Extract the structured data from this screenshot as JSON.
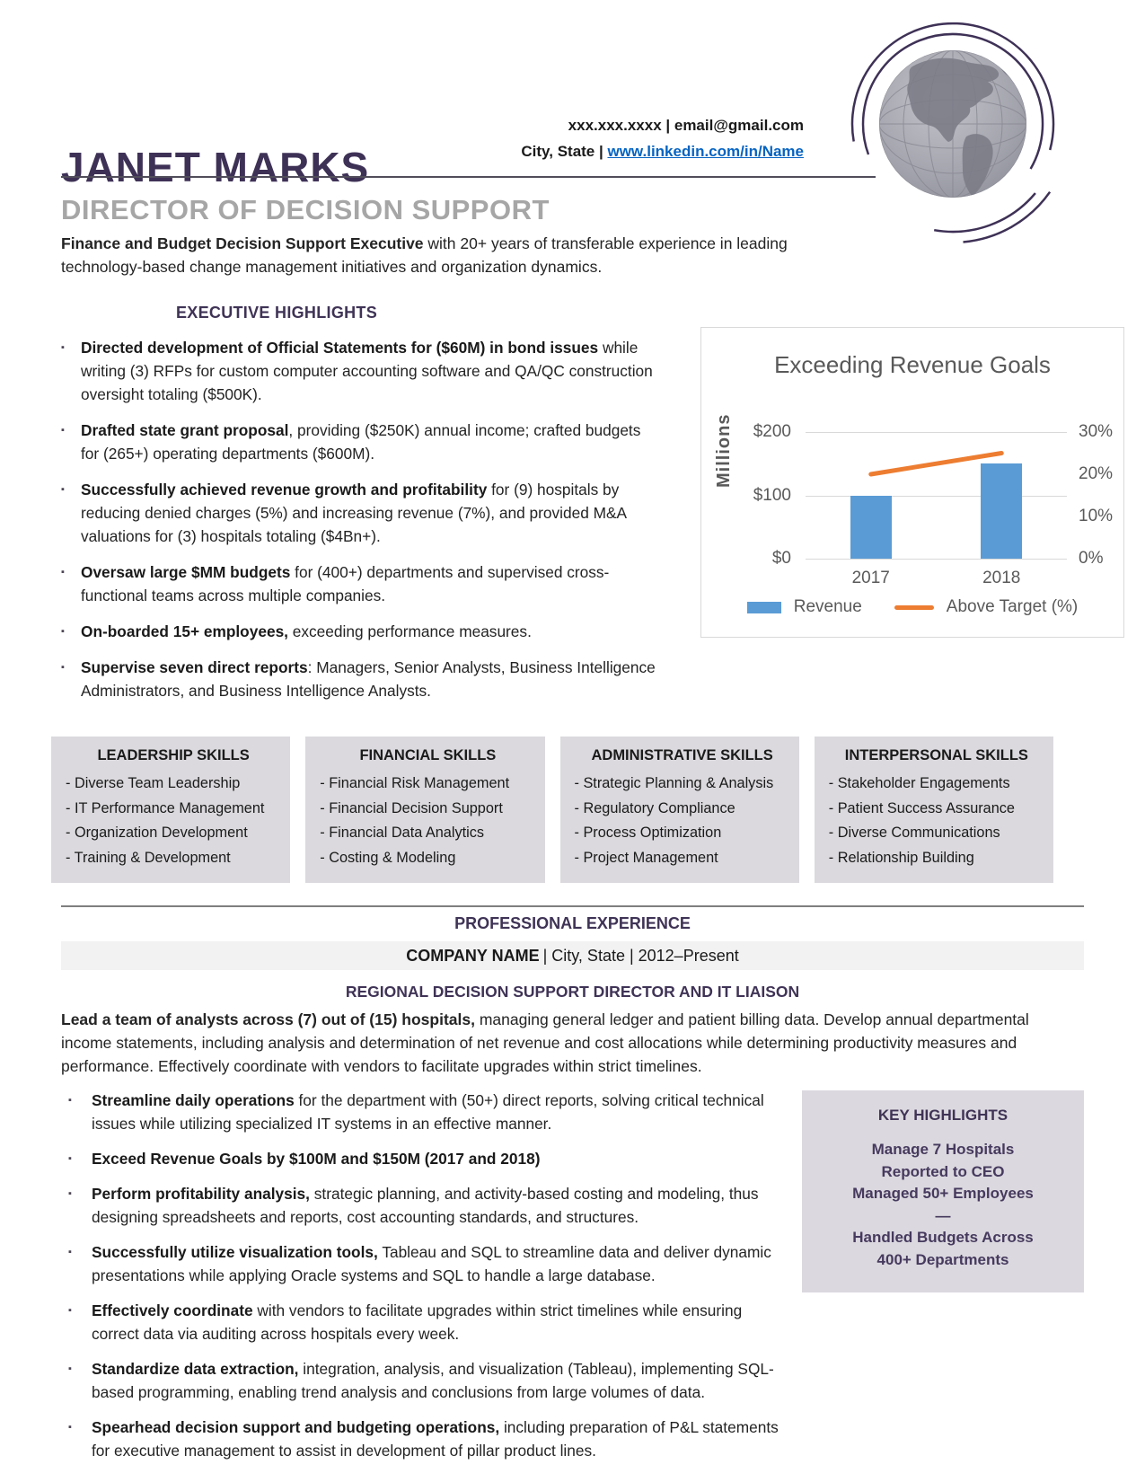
{
  "header": {
    "name": "JANET MARKS",
    "contact_line1": "xxx.xxx.xxxx | email@gmail.com",
    "contact_line2_prefix": "City, State | ",
    "contact_link": "www.linkedin.com/in/Name"
  },
  "profile": {
    "title": "DIRECTOR OF DECISION SUPPORT",
    "summary_lead": "Finance and Budget Decision Support Executive",
    "summary_rest": " with 20+ years of transferable experience in leading technology-based change management initiatives and organization dynamics."
  },
  "executive_highlights": {
    "heading": "EXECUTIVE HIGHLIGHTS",
    "bullets": [
      {
        "lead": "Directed development of Official Statements for ($60M) in bond issues",
        "rest": " while writing (3) RFPs for custom computer accounting software and QA/QC construction oversight totaling ($500K)."
      },
      {
        "lead": "Drafted state grant proposal",
        "rest": ", providing ($250K) annual income; crafted budgets for (265+) operating departments ($600M)."
      },
      {
        "lead": "Successfully achieved revenue growth and profitability",
        "rest": " for (9) hospitals by reducing denied charges (5%) and increasing revenue (7%), and provided M&A valuations for (3) hospitals totaling ($4Bn+)."
      },
      {
        "lead": "Oversaw large $MM budgets",
        "rest": " for (400+) departments and supervised cross-functional teams across multiple companies."
      },
      {
        "lead": "On-boarded 15+ employees,",
        "rest": " exceeding performance measures."
      },
      {
        "lead": "Supervise seven direct reports",
        "rest": ": Managers, Senior Analysts, Business Intelligence Administrators, and Business Intelligence Analysts."
      }
    ]
  },
  "chart_data": {
    "type": "bar+line",
    "title": "Exceeding Revenue Goals",
    "categories": [
      "2017",
      "2018"
    ],
    "series": [
      {
        "name": "Revenue",
        "type": "bar",
        "axis": "left",
        "values": [
          100,
          150
        ],
        "color": "#5B9BD5"
      },
      {
        "name": "Above Target (%)",
        "type": "line",
        "axis": "right",
        "values": [
          20,
          25
        ],
        "color": "#ED7D31"
      }
    ],
    "ylabel": "Millions",
    "left_axis": {
      "ticks": [
        "$200",
        "$100",
        "$0"
      ],
      "min": 0,
      "max": 200
    },
    "right_axis": {
      "ticks": [
        "30%",
        "20%",
        "10%",
        "0%"
      ],
      "min": 0,
      "max": 30
    },
    "grid": true,
    "legend_position": "bottom"
  },
  "skills": {
    "groups": [
      {
        "heading": "LEADERSHIP SKILLS",
        "items": [
          "- Diverse Team Leadership",
          "- IT Performance Management",
          "- Organization Development",
          "- Training & Development"
        ]
      },
      {
        "heading": "FINANCIAL SKILLS",
        "items": [
          "- Financial Risk Management",
          "- Financial Decision Support",
          "- Financial Data Analytics",
          "- Costing & Modeling"
        ]
      },
      {
        "heading": "ADMINISTRATIVE SKILLS",
        "items": [
          "- Strategic Planning & Analysis",
          "- Regulatory Compliance",
          "- Process Optimization",
          "- Project Management"
        ]
      },
      {
        "heading": "INTERPERSONAL SKILLS",
        "items": [
          "- Stakeholder Engagements",
          "- Patient Success Assurance",
          "- Diverse Communications",
          "- Relationship Building"
        ]
      }
    ]
  },
  "experience": {
    "heading": "PROFESSIONAL EXPERIENCE",
    "company": "COMPANY NAME",
    "company_meta": " | City, State | 2012–Present",
    "role": "REGIONAL DECISION SUPPORT DIRECTOR AND IT LIAISON",
    "intro_lead": "Lead a team of analysts across (7) out of (15) hospitals,",
    "intro_rest": " managing general ledger and patient billing data. Develop annual departmental income statements, including analysis and determination of net revenue and cost allocations while determining productivity measures and performance. Effectively coordinate with vendors to facilitate upgrades within strict timelines.",
    "bullets": [
      {
        "lead": "Streamline daily operations",
        "rest": " for the department with (50+) direct reports, solving critical technical issues while utilizing specialized IT systems in an effective manner."
      },
      {
        "lead": "Exceed Revenue Goals by $100M and $150M (2017 and 2018)",
        "rest": ""
      },
      {
        "lead": "Perform profitability analysis,",
        "rest": " strategic planning, and activity-based costing and modeling, thus designing spreadsheets and reports, cost accounting standards, and structures."
      },
      {
        "lead": "Successfully utilize visualization tools,",
        "rest": " Tableau and SQL to streamline data and deliver dynamic presentations while applying Oracle systems and SQL to handle a large database."
      },
      {
        "lead": "Effectively coordinate",
        "rest": " with vendors to facilitate upgrades within strict timelines while ensuring correct data via auditing across hospitals every week."
      },
      {
        "lead": "Standardize data extraction,",
        "rest": " integration, analysis, and visualization (Tableau), implementing SQL-based programming, enabling trend analysis and conclusions from large volumes of data."
      },
      {
        "lead": "Spearhead decision support and budgeting operations,",
        "rest": " including preparation of P&L statements for executive management to assist in development of pillar product lines."
      }
    ],
    "key_highlights": {
      "heading": "KEY HIGHLIGHTS",
      "lines": [
        "Manage 7 Hospitals",
        "Reported to CEO",
        "Managed 50+ Employees",
        "—",
        "Handled Budgets Across",
        "400+ Departments"
      ]
    }
  },
  "colors": {
    "accent_purple": "#3F3356",
    "title_gray": "#A6A6A6",
    "link_blue": "#0563C1",
    "bar_blue": "#5B9BD5",
    "line_orange": "#ED7D31",
    "panel_gray": "#DBD9DD",
    "company_bar_gray": "#F2F2F2"
  }
}
